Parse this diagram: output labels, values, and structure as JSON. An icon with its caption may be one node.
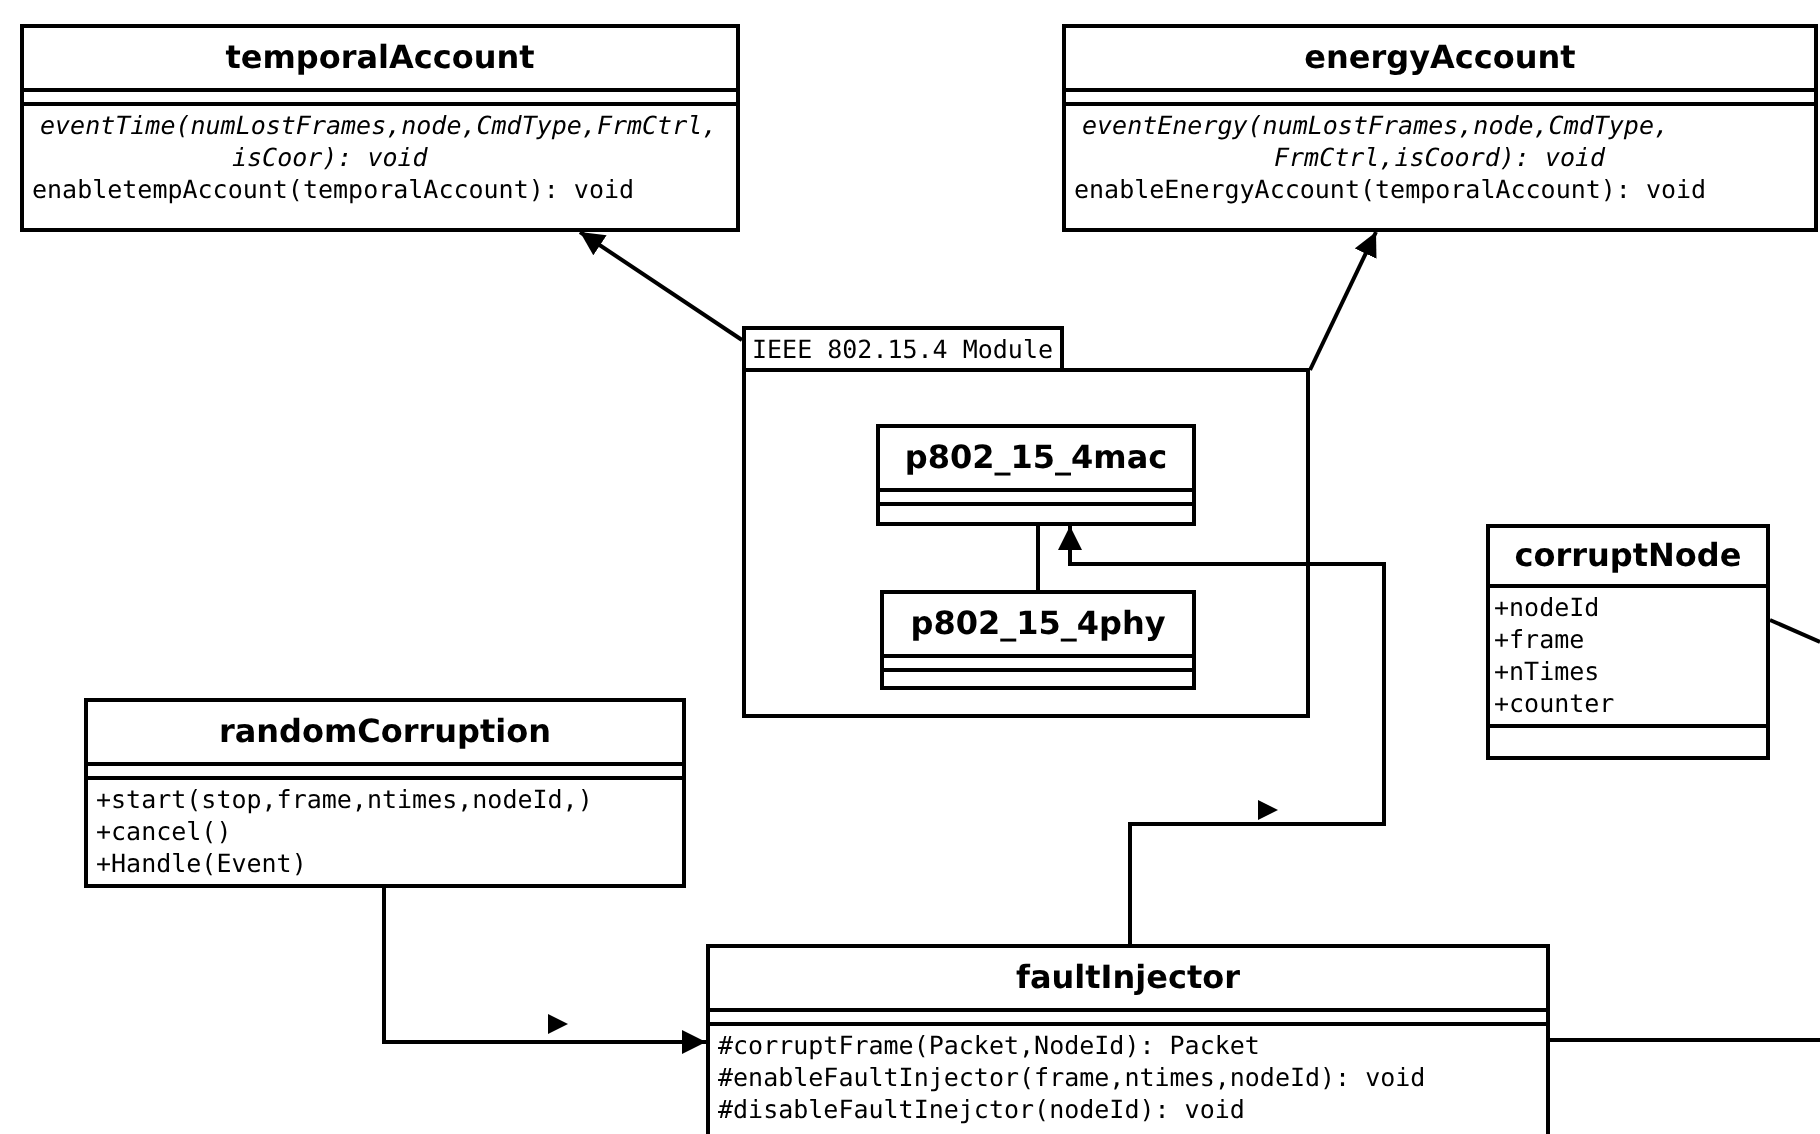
{
  "diagram": {
    "nodes": [
      {
        "text": [
          "temporalAccount",
          "eventTime(numLostFrames,node,CmdType,FrmCtrl, isCoor): void",
          "enabletempAccount(temporalAccount): void"
        ]
      },
      {
        "text": [
          "energyAccount",
          "eventEnergy(numLostFrames,node,CmdType, FrmCtrl,isCoord): void",
          "enableEnergyAccount(temporalAccount): void"
        ]
      },
      {
        "text": [
          "IEEE 802.15.4 Module"
        ]
      },
      {
        "text": [
          "p802_15_4mac"
        ],
        "in": 2
      },
      {
        "text": [
          "p802_15_4phy"
        ],
        "in": 2
      },
      {
        "text": [
          "corruptNode",
          "+nodeId",
          "+frame",
          "+nTimes",
          "+counter"
        ]
      },
      {
        "text": [
          "randomCorruption",
          "+start(stop,frame,ntimes,nodeId,)",
          "+cancel()",
          "+Handle(Event)"
        ]
      },
      {
        "text": [
          "faultInjector",
          "#corruptFrame(Packet,NodeId): Packet",
          "#enableFaultInjector(frame,ntimes,nodeId): void",
          "#disableFaultInejctor(nodeId): void"
        ]
      }
    ],
    "edges": [
      {
        "from": 2,
        "to": 0,
        "arrow": "to"
      },
      {
        "from": 2,
        "to": 1,
        "arrow": "to"
      },
      {
        "from": 4,
        "to": 3,
        "arrow": "none"
      },
      {
        "from": 7,
        "to": 3,
        "arrow": "to"
      },
      {
        "from": 6,
        "to": 7,
        "arrow": "to"
      },
      {
        "from": 5,
        "to": null,
        "arrow": "none"
      },
      {
        "from": 7,
        "to": null,
        "arrow": "none"
      }
    ]
  }
}
